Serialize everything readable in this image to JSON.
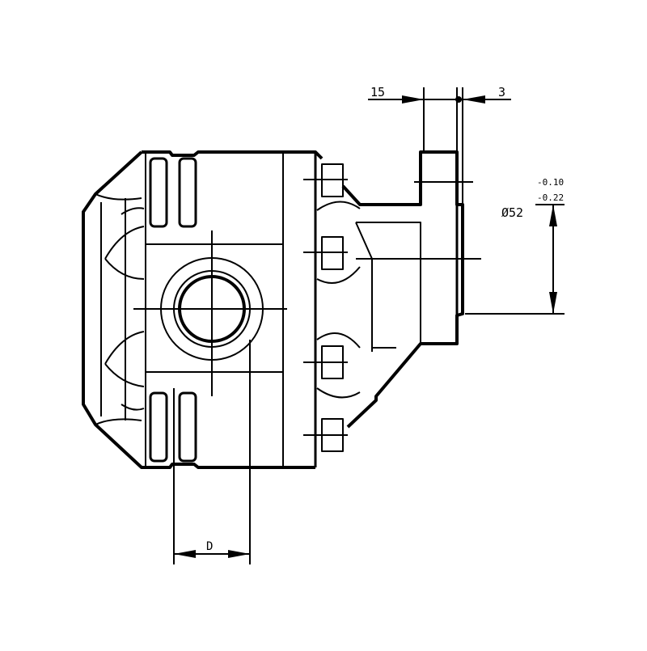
{
  "drawing": {
    "dimensions": {
      "flange_thickness": "15",
      "spigot_length": "3",
      "tolerance_upper": "-0.10",
      "tolerance_lower": "-0.22",
      "spigot_diameter": "Ø52",
      "port_size": "D"
    },
    "colors": {
      "line": "#000000",
      "background": "#ffffff"
    }
  }
}
